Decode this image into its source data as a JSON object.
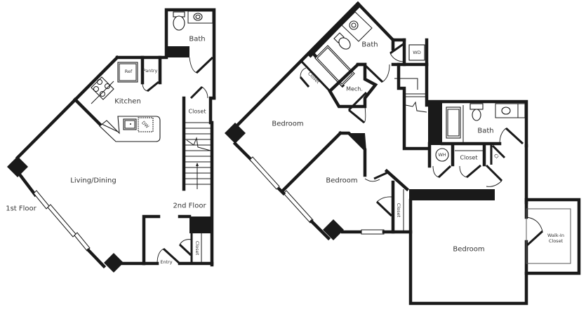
{
  "floor_labels": {
    "first": "1st Floor",
    "second": "2nd Floor"
  },
  "first_floor": {
    "rooms": {
      "bath": "Bath",
      "kitchen": "Kitchen",
      "living_dining": "Living/Dining",
      "closet_upper": "Closet",
      "closet_entry": "Closet",
      "entry": "Entry"
    },
    "fixtures": {
      "refrigerator": "Ref",
      "pantry": "Pantry",
      "dishwasher": "DW"
    }
  },
  "second_floor": {
    "rooms": {
      "bath_upper": "Bath",
      "bath_right": "Bath",
      "bedroom_upper": "Bedroom",
      "bedroom_middle": "Bedroom",
      "bedroom_master": "Bedroom",
      "mech": "Mech.",
      "closet_diag": "Closet",
      "closet_middle": "Closet",
      "closet_hall": "Closet",
      "closet_small": "Cl",
      "walk_in_closet": "Walk-In Closet"
    },
    "fixtures": {
      "washer_dryer": "WD",
      "water_heater": "WH"
    }
  }
}
